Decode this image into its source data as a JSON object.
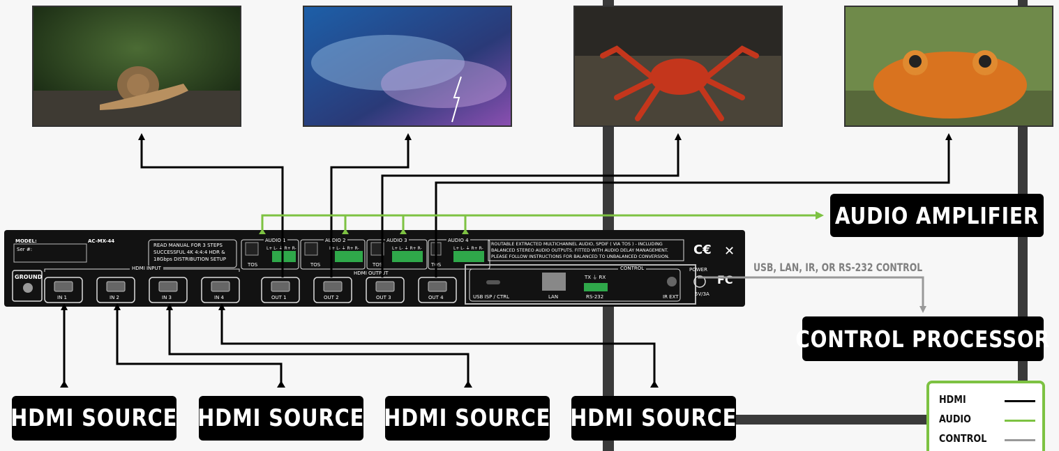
{
  "device": {
    "model_label": "MODEL:",
    "model": "AC-MX-44",
    "serial_label": "Ser #:",
    "ground": "GROUND",
    "manual_note": [
      "READ MANUAL FOR 3 STEPS",
      "SUCCESSFUL 4K 4:4:4 HDR &",
      "18Gbps DISTRIBUTION SETUP"
    ],
    "hdmi_input_label": "HDMI INPUT",
    "inputs": [
      "IN 1",
      "IN 2",
      "IN 3",
      "IN 4"
    ],
    "hdmi_output_label": "HDMI OUTPUT",
    "outputs": [
      "OUT 1",
      "OUT 2",
      "OUT 3",
      "OUT 4"
    ],
    "audio_blocks": [
      "AUDIO 1",
      "AUDIO 2",
      "AUDIO 3",
      "AUDIO 4"
    ],
    "audio_pins": "L+ L- ⏚ R+ R-",
    "tos_label": "TOS",
    "audio_note": [
      "ROUTABLE EXTRACTED MULTICHANNEL AUDIO, SPDIF ( VIA TOS ) - INCLUDING",
      "BALANCED  STEREO AUDIO OUTPUTS. FITTED WITH AUDIO DELAY MANAGEMENT.",
      "PLEASE FOLLOW INSTRUCTIONS FOR BALANCED TO UNBALANCED CONVERSION."
    ],
    "control_label": "CONTROL",
    "control_ports": [
      "USB ISP / CTRL",
      "LAN",
      "RS-232",
      "IR EXT"
    ],
    "rs232_pins": "TX ⏚ RX",
    "power_label": "POWER",
    "power_rating": "5V/3A"
  },
  "labels": {
    "sources": [
      "HDMI SOURCE",
      "HDMI SOURCE",
      "HDMI SOURCE",
      "HDMI SOURCE"
    ],
    "audio_amplifier": "AUDIO AMPLIFIER",
    "control_processor": "CONTROL PROCESSOR",
    "control_connection": "USB, LAN, IR, OR RS-232 CONTROL"
  },
  "legend": {
    "items": [
      {
        "label": "HDMI",
        "color": "#000000"
      },
      {
        "label": "AUDIO",
        "color": "#7dc242"
      },
      {
        "label": "CONTROL",
        "color": "#999999"
      }
    ]
  },
  "colors": {
    "hdmi": "#000000",
    "audio": "#7dc242",
    "control": "#999999",
    "pole": "#3a3a3a"
  }
}
